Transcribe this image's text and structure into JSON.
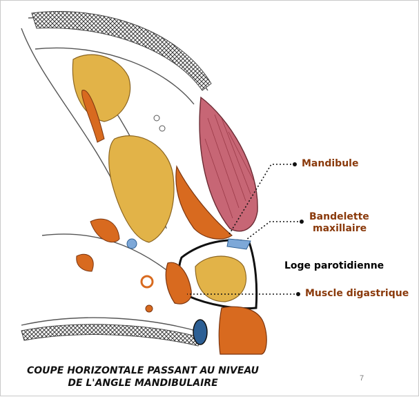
{
  "labels": {
    "mandibule": "Mandibule",
    "bandelette_l1": "Bandelette",
    "bandelette_l2": "maxillaire",
    "loge": "Loge parotidienne",
    "digastrique": "Muscle digastrique"
  },
  "caption": {
    "line1": "COUPE HORIZONTALE PASSANT AU NIVEAU",
    "line2": "DE L'ANGLE MANDIBULAIRE"
  },
  "page_number": "7",
  "colors": {
    "muscle_orange": "#d86a1f",
    "gland_yellow": "#e2b348",
    "pterygoid_pink": "#c76675",
    "fascia_blue": "#7da8d8",
    "label_brown": "#8a3a0c"
  }
}
